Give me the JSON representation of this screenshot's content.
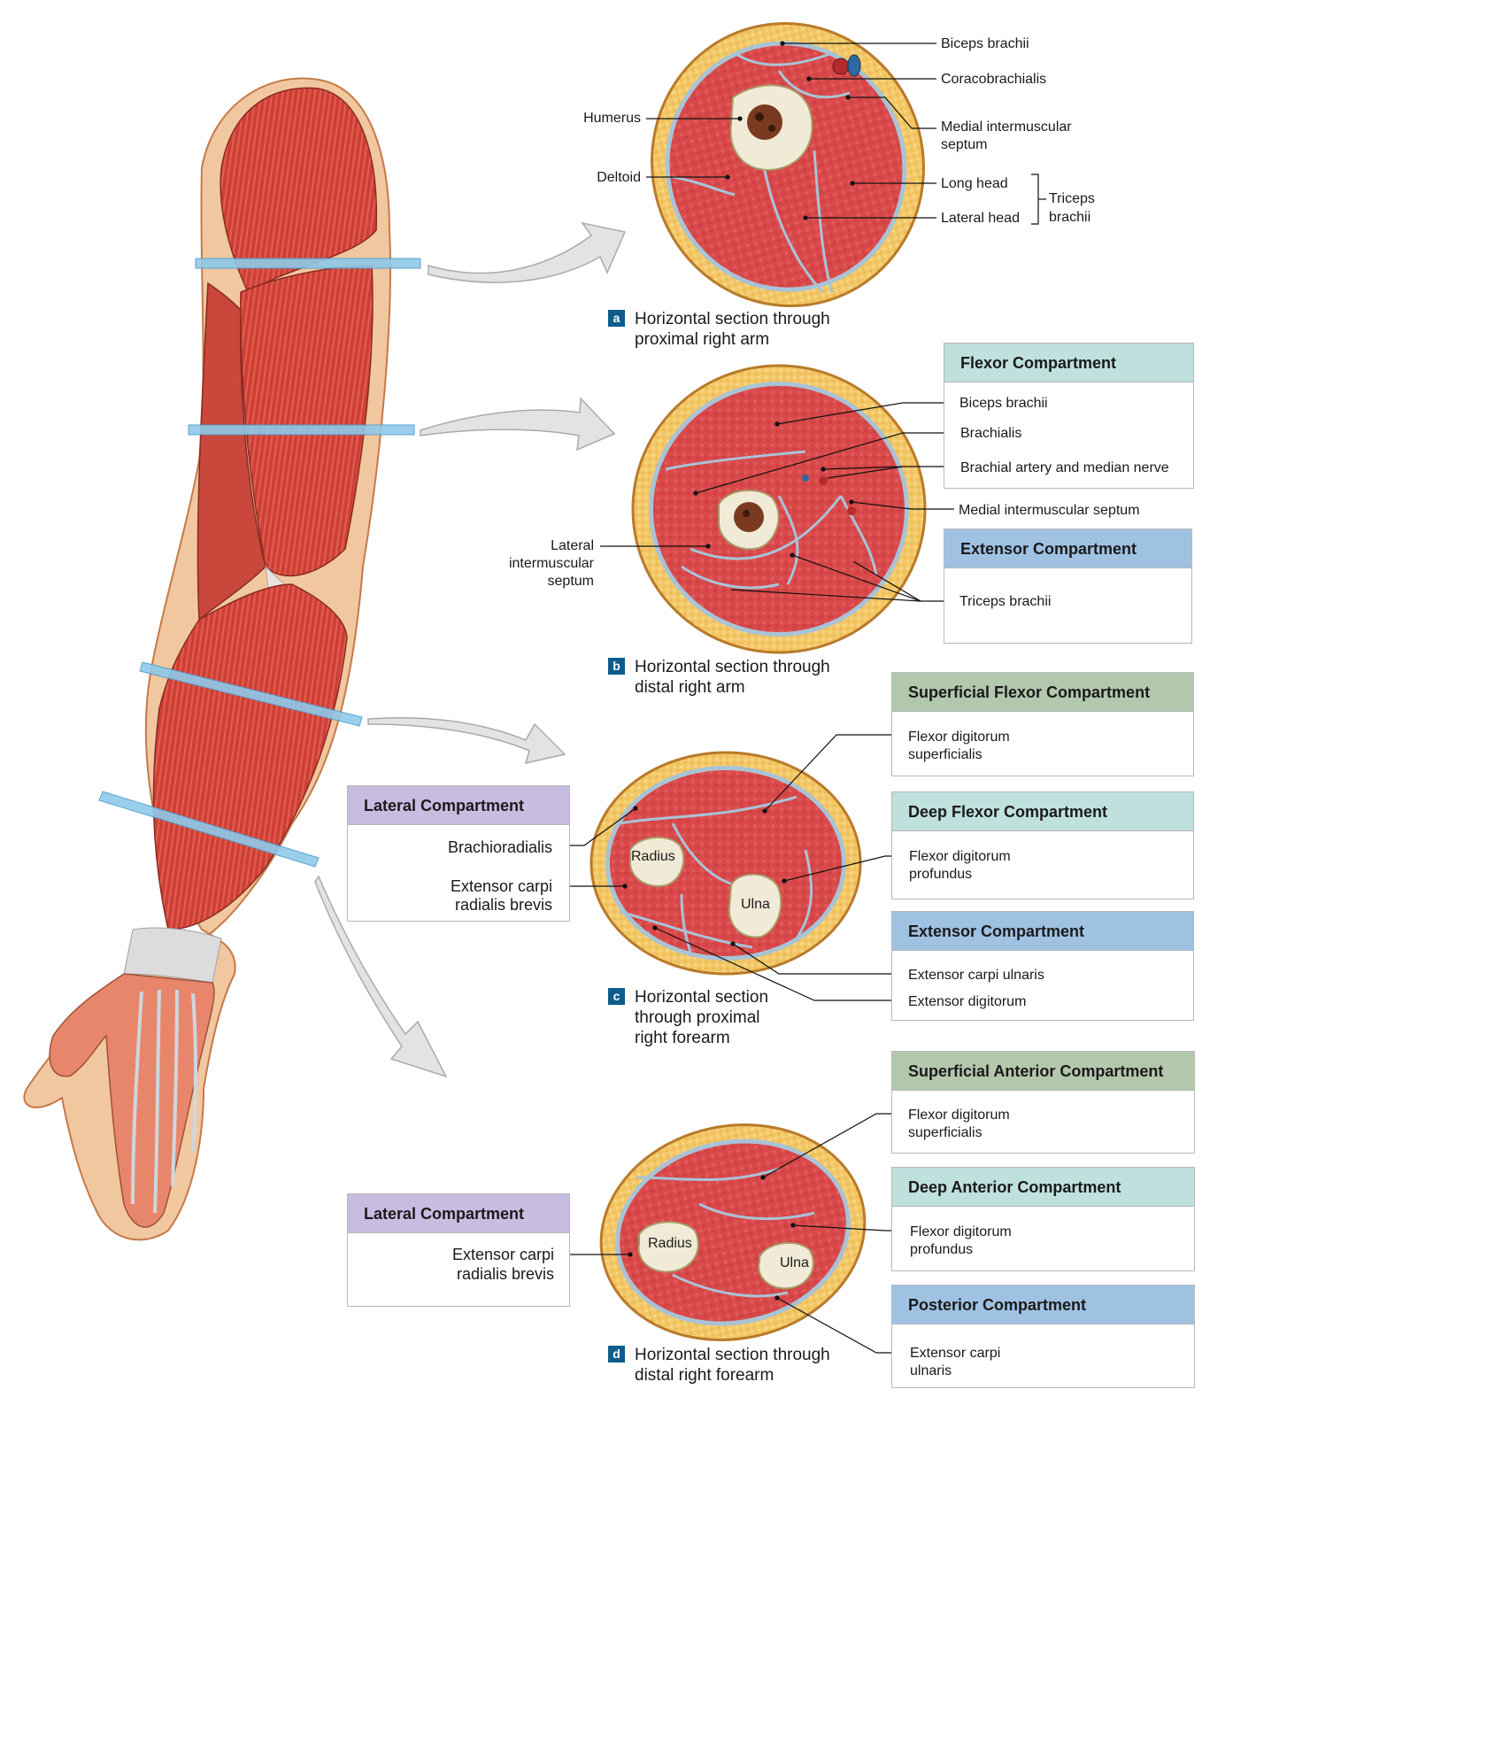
{
  "colors": {
    "muscle": "#d9484a",
    "muscle_dark": "#b83133",
    "fat": "#f3c766",
    "fat_edge": "#c98b2a",
    "skin": "#c47a4a",
    "fascia": "#a9c3d6",
    "bone": "#f1ead6",
    "marrow": "#5a2b1a",
    "cut_plane": "#8ec9ea",
    "arrow_fill": "#e3e3e3",
    "arrow_edge": "#aaaaaa",
    "header_flexor": "#bfe0dc",
    "header_extensor": "#9fc2e3",
    "header_superficial": "#b3c7ad",
    "header_lateral": "#c8bde0",
    "caption_letter_bg": "#0d5c8c"
  },
  "panel_a": {
    "letter": "a",
    "caption_line1": "Horizontal section through",
    "caption_line2": "proximal right arm",
    "labels": {
      "biceps": "Biceps brachii",
      "coracobrachialis": "Coracobrachialis",
      "medial_septum_1": "Medial intermuscular",
      "medial_septum_2": "septum",
      "long_head": "Long head",
      "lateral_head": "Lateral head",
      "triceps_1": "Triceps",
      "triceps_2": "brachii",
      "humerus": "Humerus",
      "deltoid": "Deltoid"
    }
  },
  "panel_b": {
    "letter": "b",
    "caption_line1": "Horizontal section through",
    "caption_line2": "distal right arm",
    "labels": {
      "medial_septum": "Medial intermuscular septum",
      "lateral_septum_1": "Lateral",
      "lateral_septum_2": "intermuscular",
      "lateral_septum_3": "septum"
    },
    "flexor_box": {
      "title": "Flexor Compartment",
      "items": [
        "Biceps brachii",
        "Brachialis",
        "Brachial artery and median nerve"
      ]
    },
    "extensor_box": {
      "title": "Extensor Compartment",
      "items": [
        "Triceps brachii"
      ]
    }
  },
  "panel_c": {
    "letter": "c",
    "caption_line1": "Horizontal section",
    "caption_line2": "through proximal",
    "caption_line3": "right forearm",
    "bones": {
      "radius": "Radius",
      "ulna": "Ulna"
    },
    "lateral_box": {
      "title": "Lateral Compartment",
      "item1": "Brachioradialis",
      "item2_line1": "Extensor carpi",
      "item2_line2": "radialis brevis"
    },
    "superficial_flexor_box": {
      "title": "Superficial Flexor Compartment",
      "item_line1": "Flexor digitorum",
      "item_line2": "superficialis"
    },
    "deep_flexor_box": {
      "title": "Deep Flexor Compartment",
      "item_line1": "Flexor digitorum",
      "item_line2": "profundus"
    },
    "extensor_box": {
      "title": "Extensor Compartment",
      "items": [
        "Extensor carpi ulnaris",
        "Extensor digitorum"
      ]
    }
  },
  "panel_d": {
    "letter": "d",
    "caption_line1": "Horizontal section through",
    "caption_line2": "distal right forearm",
    "bones": {
      "radius": "Radius",
      "ulna": "Ulna"
    },
    "lateral_box": {
      "title": "Lateral Compartment",
      "item_line1": "Extensor carpi",
      "item_line2": "radialis brevis"
    },
    "superficial_anterior_box": {
      "title": "Superficial Anterior Compartment",
      "item_line1": "Flexor digitorum",
      "item_line2": "superficialis"
    },
    "deep_anterior_box": {
      "title": "Deep Anterior Compartment",
      "item_line1": "Flexor digitorum",
      "item_line2": "profundus"
    },
    "posterior_box": {
      "title": "Posterior Compartment",
      "item_line1": "Extensor carpi",
      "item_line2": "ulnaris"
    }
  }
}
